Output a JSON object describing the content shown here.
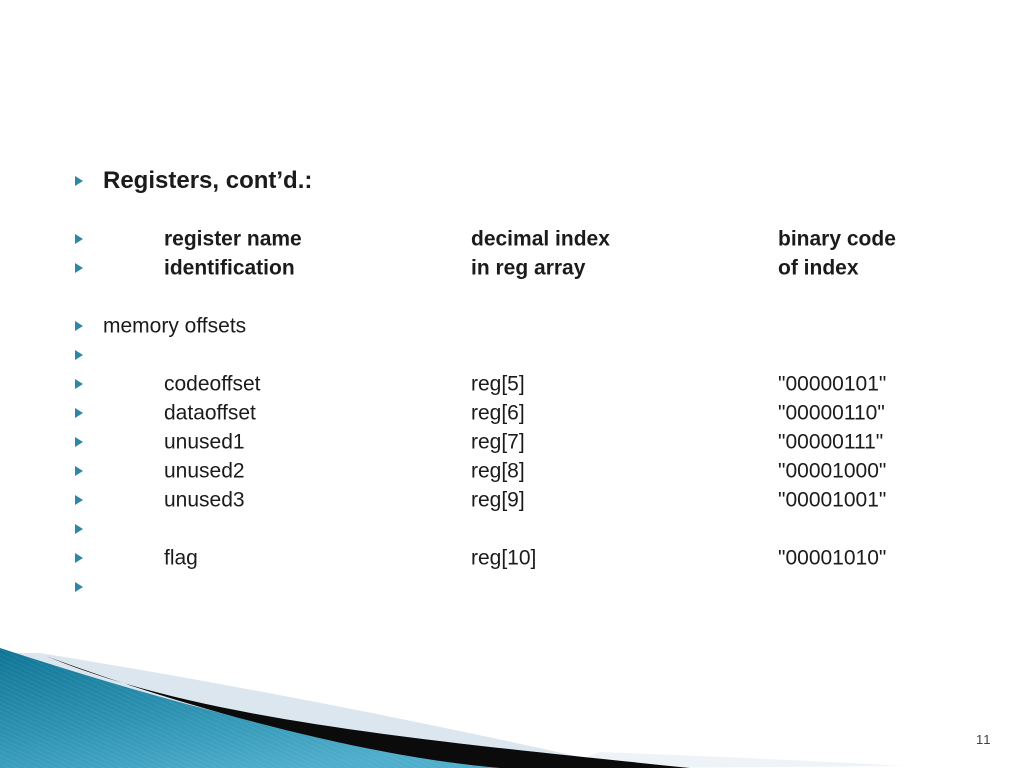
{
  "slide": {
    "page_number": "11",
    "bullet_icon": "triangle-right",
    "colors": {
      "text": "#1b1b1b",
      "bullet": "#2e87a5",
      "teal_dark": "#0f7596",
      "teal_mid": "#2e93b2",
      "teal_light": "#4faecb",
      "black_wedge": "#0b0b0b",
      "pale_wedge": "#dbe6ef",
      "page_number_color": "#3f3f3f"
    },
    "lines": [
      {
        "bullet": true,
        "indent": 0,
        "bold": true,
        "title": true,
        "cols": [
          "Registers, cont’d.:",
          "",
          ""
        ]
      },
      {
        "bullet": false,
        "indent": 0,
        "bold": false,
        "title": false,
        "cols": [
          "",
          "",
          ""
        ]
      },
      {
        "bullet": true,
        "indent": 1,
        "bold": true,
        "title": false,
        "cols": [
          "register name",
          "decimal index",
          "binary code"
        ]
      },
      {
        "bullet": true,
        "indent": 1,
        "bold": true,
        "title": false,
        "cols": [
          "identification",
          "in reg array",
          "of index"
        ]
      },
      {
        "bullet": false,
        "indent": 0,
        "bold": false,
        "title": false,
        "cols": [
          "",
          "",
          ""
        ]
      },
      {
        "bullet": true,
        "indent": 0,
        "bold": false,
        "title": false,
        "cols": [
          "memory offsets",
          "",
          ""
        ]
      },
      {
        "bullet": true,
        "indent": 0,
        "bold": false,
        "title": false,
        "cols": [
          "",
          "",
          ""
        ]
      },
      {
        "bullet": true,
        "indent": 1,
        "bold": false,
        "title": false,
        "cols": [
          "codeoffset",
          "reg[5]",
          "\"00000101\""
        ]
      },
      {
        "bullet": true,
        "indent": 1,
        "bold": false,
        "title": false,
        "cols": [
          "dataoffset",
          "reg[6]",
          "\"00000110\""
        ]
      },
      {
        "bullet": true,
        "indent": 1,
        "bold": false,
        "title": false,
        "cols": [
          "unused1",
          "reg[7]",
          "\"00000111\""
        ]
      },
      {
        "bullet": true,
        "indent": 1,
        "bold": false,
        "title": false,
        "cols": [
          "unused2",
          "reg[8]",
          "\"00001000\""
        ]
      },
      {
        "bullet": true,
        "indent": 1,
        "bold": false,
        "title": false,
        "cols": [
          "unused3",
          "reg[9]",
          "\"00001001\""
        ]
      },
      {
        "bullet": true,
        "indent": 0,
        "bold": false,
        "title": false,
        "cols": [
          "",
          "",
          ""
        ]
      },
      {
        "bullet": true,
        "indent": 1,
        "bold": false,
        "title": false,
        "cols": [
          "flag",
          "reg[10]",
          "\"00001010\""
        ]
      },
      {
        "bullet": true,
        "indent": 0,
        "bold": false,
        "title": false,
        "cols": [
          "",
          "",
          ""
        ]
      }
    ]
  }
}
